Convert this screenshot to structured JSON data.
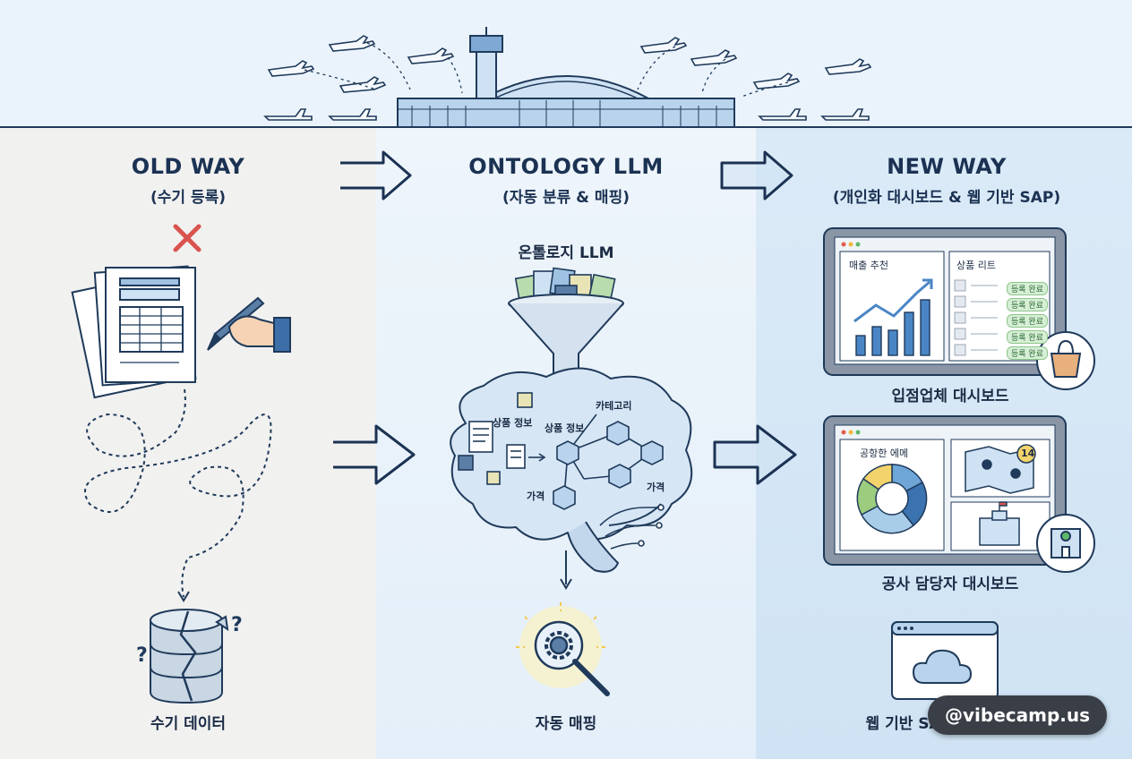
{
  "old_way": {
    "title": "OLD WAY",
    "subtitle": "(수기 등록)",
    "bottom_label": "수기 데이터"
  },
  "ontology": {
    "title": "ONTOLOGY LLM",
    "subtitle": "(자동 분류 & 매핑)",
    "funnel_label": "온톨로지 LLM",
    "brain_labels": {
      "category": "카테고리",
      "product_info_left": "상품 정보",
      "product_info_right": "상품 정보",
      "price_left": "가격",
      "price_right": "가격"
    },
    "bottom_label": "자동 매핑"
  },
  "new_way": {
    "title": "NEW WAY",
    "subtitle": "(개인화 대시보드 & 웹 기반 SAP)",
    "dashboard_vendor": {
      "label": "입점업체 대시보드",
      "chart_title": "매출 추천",
      "list_title": "상품 리트",
      "badges": [
        "등록 완료",
        "등록 완료",
        "등록 완료",
        "등록 완료",
        "등록 완료"
      ]
    },
    "dashboard_corp": {
      "label": "공사 담당자 대시보드",
      "chart_title": "공항한 에메",
      "map_badge": "14"
    },
    "web_sap_label": "웹 기반 SAP ERP 연동"
  },
  "watermark": "@vibecamp.us",
  "colors": {
    "navy": "#1b3253",
    "accent_blue": "#4a86c5",
    "green_badge": "#d6efd5",
    "red_x": "#d9534f"
  }
}
